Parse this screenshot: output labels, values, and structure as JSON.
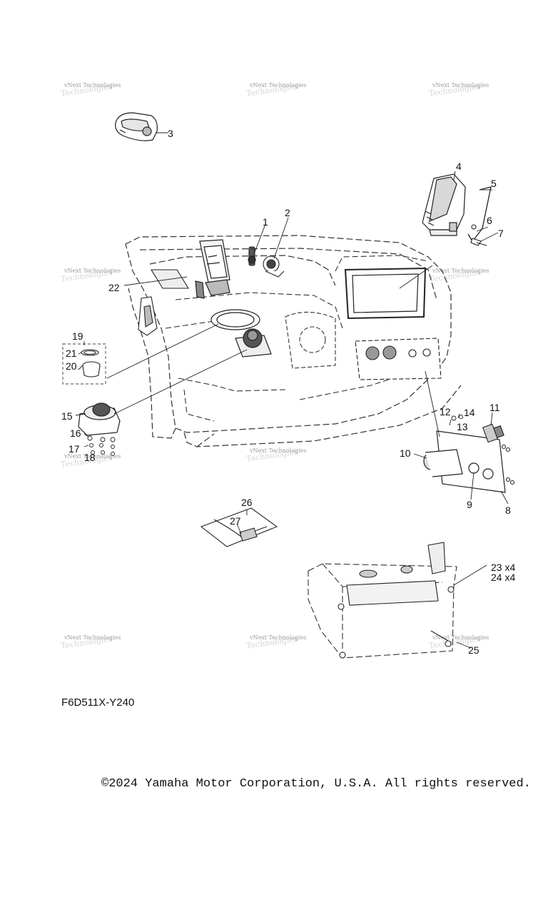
{
  "diagram": {
    "callouts": [
      {
        "id": "c1",
        "text": "1"
      },
      {
        "id": "c2",
        "text": "2"
      },
      {
        "id": "c3",
        "text": "3"
      },
      {
        "id": "c4",
        "text": "4"
      },
      {
        "id": "c5",
        "text": "5"
      },
      {
        "id": "c6",
        "text": "6"
      },
      {
        "id": "c7",
        "text": "7"
      },
      {
        "id": "c8",
        "text": "8"
      },
      {
        "id": "c9",
        "text": "9"
      },
      {
        "id": "c10",
        "text": "10"
      },
      {
        "id": "c11",
        "text": "11"
      },
      {
        "id": "c12",
        "text": "12"
      },
      {
        "id": "c13",
        "text": "13"
      },
      {
        "id": "c14",
        "text": "14"
      },
      {
        "id": "c15",
        "text": "15"
      },
      {
        "id": "c16",
        "text": "16"
      },
      {
        "id": "c17",
        "text": "17"
      },
      {
        "id": "c18",
        "text": "18"
      },
      {
        "id": "c19",
        "text": "19"
      },
      {
        "id": "c20",
        "text": "20"
      },
      {
        "id": "c21",
        "text": "21"
      },
      {
        "id": "c22",
        "text": "22"
      },
      {
        "id": "c23",
        "text": "23 x4"
      },
      {
        "id": "c24",
        "text": "24 x4"
      },
      {
        "id": "c25",
        "text": "25"
      },
      {
        "id": "c26",
        "text": "26"
      },
      {
        "id": "c27",
        "text": "27"
      }
    ],
    "watermark": "vNext Technologies",
    "watermark_ghost": "Technologies",
    "diagram_code": "F6D511X-Y240"
  },
  "footer": {
    "copyright": "©2024 Yamaha Motor Corporation, U.S.A. All rights reserved."
  },
  "colors": {
    "line": "#222222",
    "dash": "#333333",
    "watermark": "#9a9a9a"
  }
}
